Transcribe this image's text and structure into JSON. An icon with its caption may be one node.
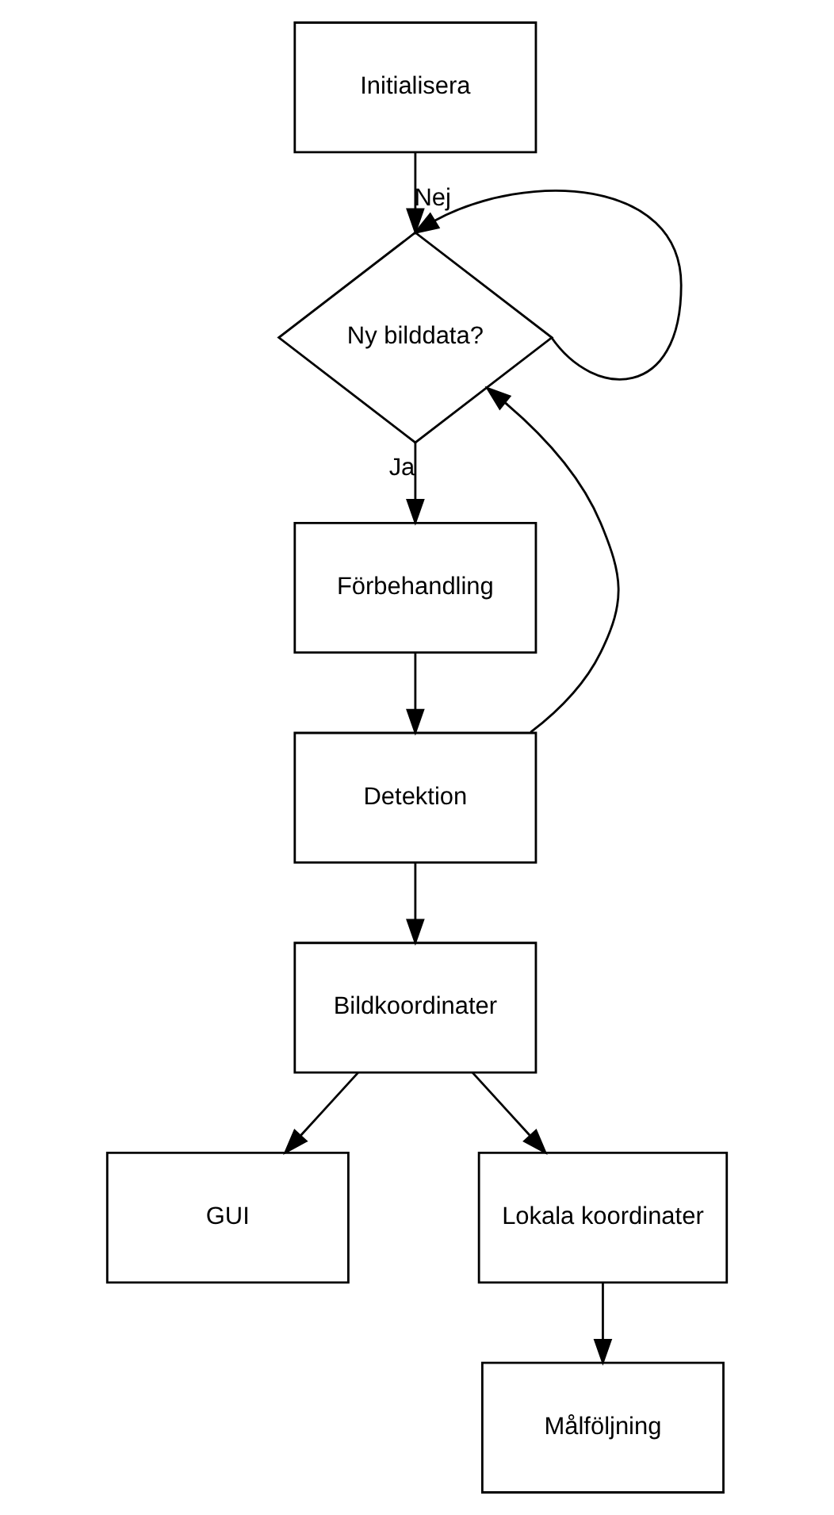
{
  "diagram": {
    "nodes": [
      {
        "text": [
          "Initialisera"
        ]
      },
      {
        "text": [
          "Ny bilddata?"
        ]
      },
      {
        "text": [
          "Förbehandling"
        ]
      },
      {
        "text": [
          "Detektion"
        ]
      },
      {
        "text": [
          "Bildkoordinater"
        ]
      },
      {
        "text": [
          "GUI"
        ]
      },
      {
        "text": [
          "Lokala koordinater"
        ]
      },
      {
        "text": [
          "Målföljning"
        ]
      }
    ],
    "edges": [
      {
        "from": 0,
        "to": 1,
        "arrow": "to"
      },
      {
        "from": 1,
        "to": 1,
        "arrow": "to",
        "label": "Nej"
      },
      {
        "from": 1,
        "to": 2,
        "arrow": "to",
        "label": "Ja"
      },
      {
        "from": 2,
        "to": 3,
        "arrow": "to"
      },
      {
        "from": 3,
        "to": 1,
        "arrow": "to"
      },
      {
        "from": 3,
        "to": 4,
        "arrow": "to"
      },
      {
        "from": 4,
        "to": 5,
        "arrow": "to"
      },
      {
        "from": 4,
        "to": 6,
        "arrow": "to"
      },
      {
        "from": 6,
        "to": 7,
        "arrow": "to"
      }
    ]
  }
}
